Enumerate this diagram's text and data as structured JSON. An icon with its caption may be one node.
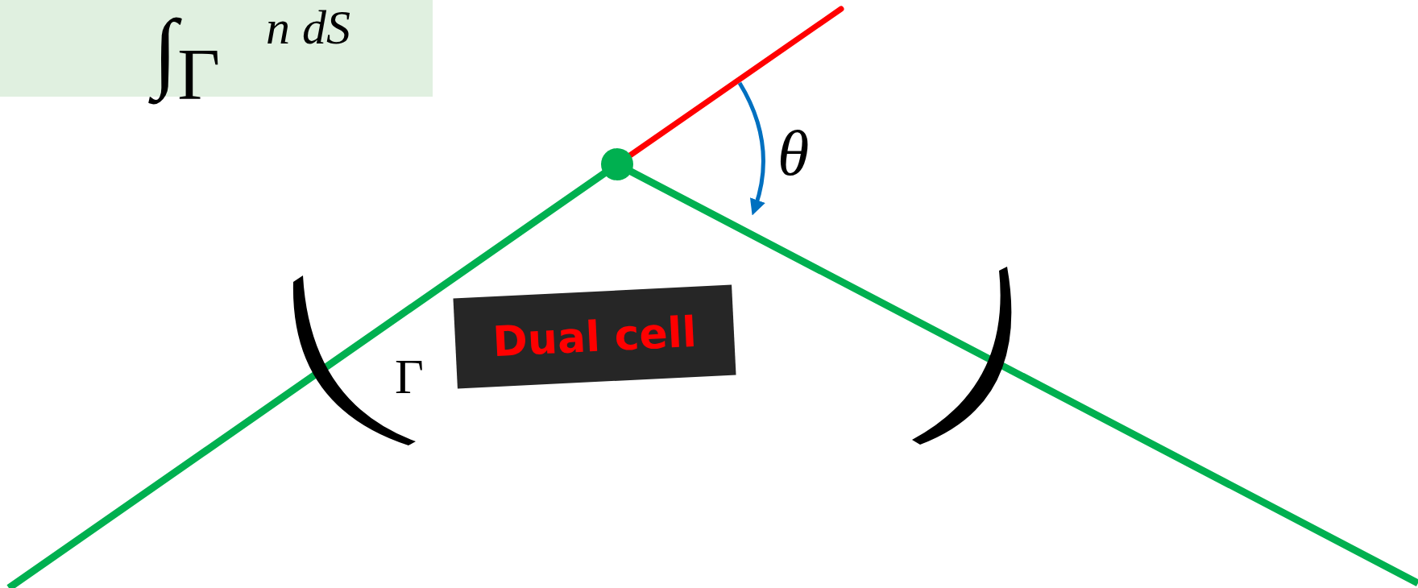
{
  "diagram": {
    "nodes": [
      {
        "text": [
          "Dual cell"
        ]
      }
    ],
    "edges": [],
    "labels": [
      "∫$_{Γ}$",
      "n dS",
      "θ",
      "Γ"
    ]
  }
}
